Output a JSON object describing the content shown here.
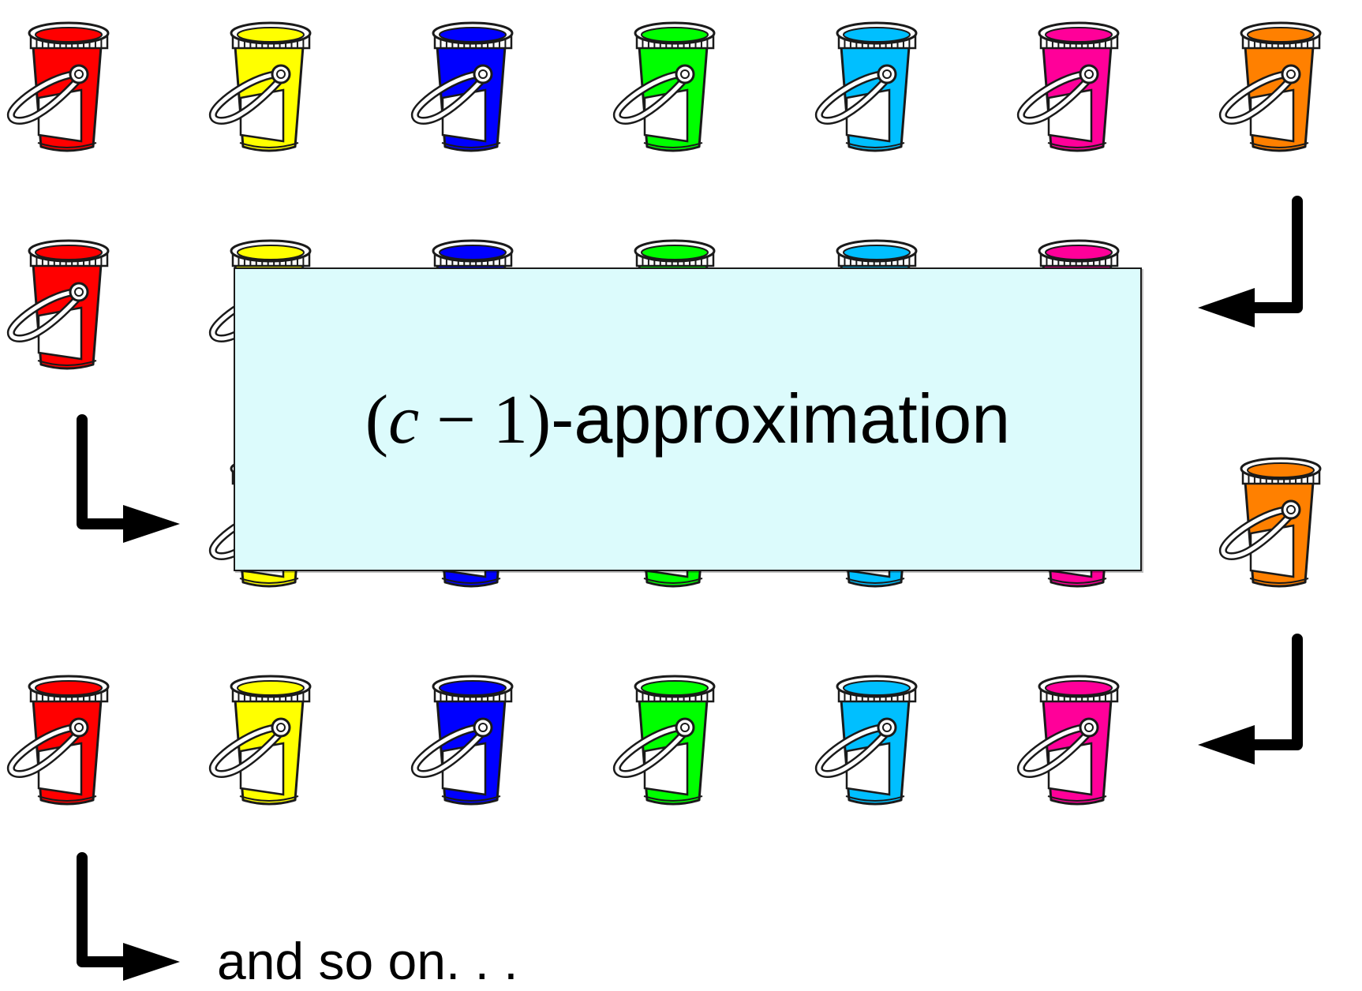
{
  "overlay": {
    "paren_open": "(",
    "variable": "c",
    "operator": " − ",
    "number": "1",
    "paren_close": ")",
    "suffix": "-approximation"
  },
  "footer": {
    "text": "and so on. . ."
  },
  "colors": {
    "red": "#ff0000",
    "yellow": "#ffff00",
    "blue": "#0000ff",
    "green": "#00ff00",
    "cyan": "#00bfff",
    "magenta": "#ff0099",
    "orange": "#ff8000",
    "outline": "#1a1a1a",
    "overlay_bg": "#dcfbfc"
  },
  "rows": [
    [
      "red",
      "yellow",
      "blue",
      "green",
      "cyan",
      "magenta",
      "orange"
    ],
    [
      "red",
      "yellow",
      "blue",
      "green",
      "cyan",
      "magenta"
    ],
    [
      "yellow",
      "blue",
      "green",
      "cyan",
      "magenta",
      "orange"
    ],
    [
      "red",
      "yellow",
      "blue",
      "green",
      "cyan",
      "magenta"
    ]
  ]
}
